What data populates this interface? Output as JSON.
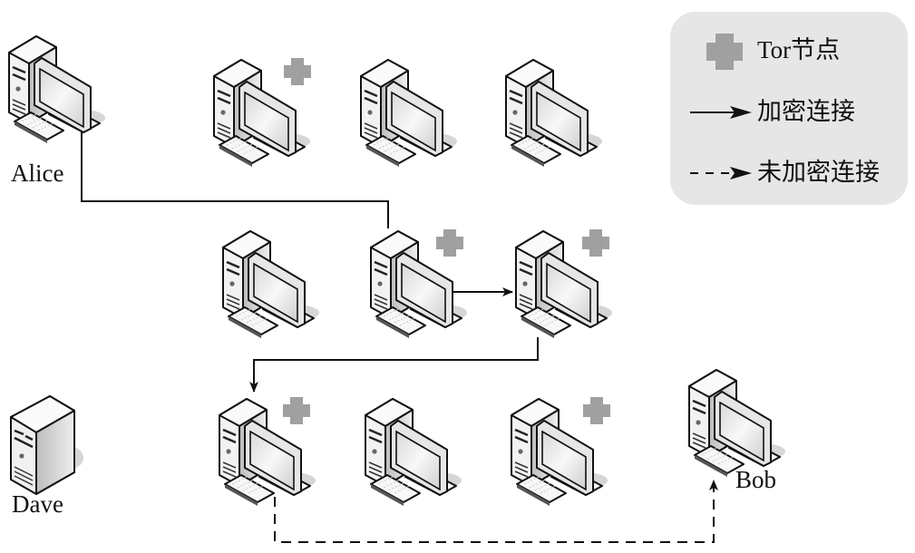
{
  "diagram": {
    "type": "tor-network",
    "nodes": [
      {
        "id": "alice",
        "label": "Alice",
        "kind": "computer",
        "tor": false
      },
      {
        "id": "r1c2",
        "label": "",
        "kind": "computer",
        "tor": true
      },
      {
        "id": "r1c3",
        "label": "",
        "kind": "computer",
        "tor": false
      },
      {
        "id": "r1c4",
        "label": "",
        "kind": "computer",
        "tor": false
      },
      {
        "id": "r2c1",
        "label": "",
        "kind": "computer",
        "tor": false
      },
      {
        "id": "r2c2",
        "label": "",
        "kind": "computer",
        "tor": true
      },
      {
        "id": "r2c3",
        "label": "",
        "kind": "computer",
        "tor": true
      },
      {
        "id": "r3c1",
        "label": "",
        "kind": "computer",
        "tor": true
      },
      {
        "id": "r3c2",
        "label": "",
        "kind": "computer",
        "tor": false
      },
      {
        "id": "r3c3",
        "label": "",
        "kind": "computer",
        "tor": true
      },
      {
        "id": "bob",
        "label": "Bob",
        "kind": "computer",
        "tor": false
      },
      {
        "id": "dave",
        "label": "Dave",
        "kind": "server",
        "tor": false
      }
    ],
    "edges": [
      {
        "from": "alice",
        "to": "r2c2",
        "style": "solid",
        "arrow": false
      },
      {
        "from": "r2c2",
        "to": "r2c3",
        "style": "solid",
        "arrow": true
      },
      {
        "from": "r2c3",
        "to": "r3c1",
        "style": "solid",
        "arrow": true
      },
      {
        "from": "r3c1",
        "to": "bob",
        "style": "dashed",
        "arrow": true
      }
    ]
  },
  "labels": {
    "alice": "Alice",
    "bob": "Bob",
    "dave": "Dave"
  },
  "legend": {
    "tor_node": "Tor节点",
    "encrypted": "加密连接",
    "unencrypted": "未加密连接"
  },
  "colors": {
    "tor_marker": "#a0a0a0",
    "legend_bg": "#e6e6e6",
    "line": "#111111"
  }
}
